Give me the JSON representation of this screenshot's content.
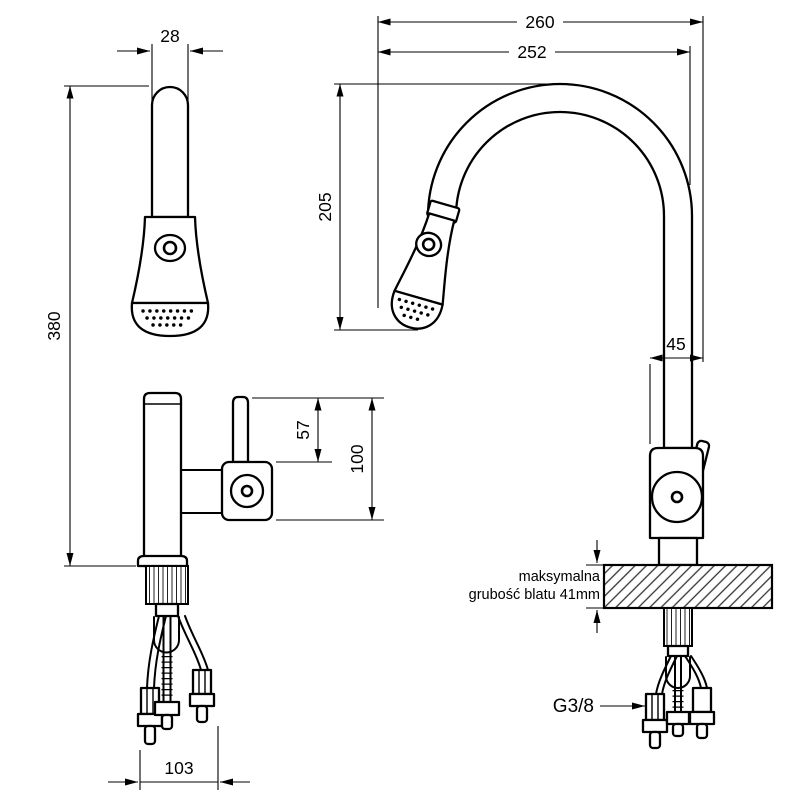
{
  "drawing": {
    "background": "#ffffff",
    "ink": "#000000",
    "subject": "kitchen pull-out faucet installation dimensions, front and side views",
    "labels": {
      "spout_width": "28",
      "overall_height": "380",
      "lever_height": "57",
      "body_height": "100",
      "base_width": "103",
      "overall_depth": "260",
      "spout_reach": "252",
      "spout_height": "205",
      "body_diameter": "45",
      "thread": "G3/8",
      "note_line1": "maksymalna",
      "note_line2": "grubość blatu 41mm"
    }
  }
}
